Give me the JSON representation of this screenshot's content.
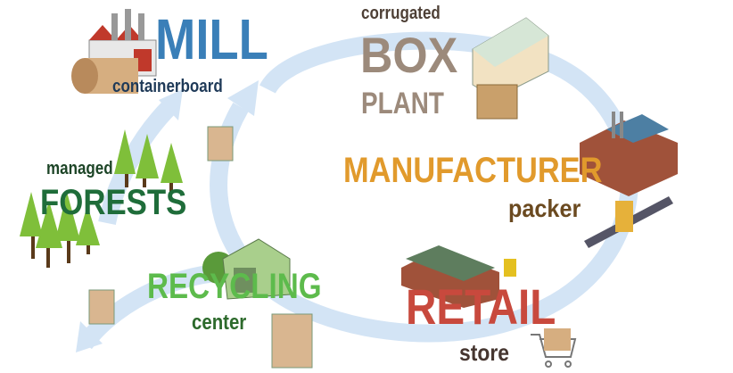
{
  "stages": {
    "mill": {
      "title": "MILL",
      "subtitle": "containerboard",
      "color": "#3a7fb8",
      "subcolor": "#1f3a58"
    },
    "box_plant": {
      "pre": "corrugated",
      "title": "BOX",
      "title2": "PLANT",
      "color": "#9c8a7b",
      "precolor": "#4e4036"
    },
    "manufacturer": {
      "title": "MANUFACTURER",
      "subtitle": "packer",
      "color": "#e19a2c",
      "subcolor": "#6b4a20"
    },
    "retail": {
      "title": "RETAIL",
      "subtitle": "store",
      "color": "#c8493d",
      "subcolor": "#463630"
    },
    "recycling": {
      "title": "RECYCLING",
      "subtitle": "center",
      "color": "#5dbb4c",
      "subcolor": "#2d6a2c"
    },
    "forests": {
      "pre": "managed",
      "title": "FORESTS",
      "color": "#1f6d3a",
      "precolor": "#1d4527"
    }
  },
  "arrow_color": "#d3e4f5"
}
